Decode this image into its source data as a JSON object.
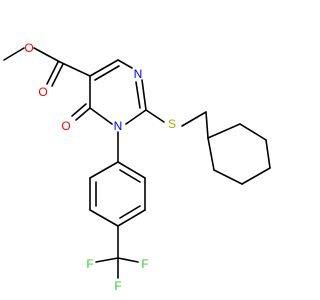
{
  "molecule": {
    "atoms": [
      {
        "id": "O1",
        "label": "O",
        "color": "#ff0000"
      },
      {
        "id": "O2",
        "label": "O",
        "color": "#ff0000"
      },
      {
        "id": "O6",
        "label": "O",
        "color": "#ff0000"
      },
      {
        "id": "N3",
        "label": "N",
        "color": "#0000ff"
      },
      {
        "id": "N1",
        "label": "N",
        "color": "#0000ff"
      },
      {
        "id": "S",
        "label": "S",
        "color": "#b8a200"
      },
      {
        "id": "F1",
        "label": "F",
        "color": "#33cc33"
      },
      {
        "id": "F2",
        "label": "F",
        "color": "#33cc33"
      },
      {
        "id": "F3",
        "label": "F",
        "color": "#33cc33"
      }
    ],
    "colors": {
      "bond": "#000000",
      "oxygen": "#ff0000",
      "nitrogen": "#0000ff",
      "sulfur": "#b8a200",
      "fluorine": "#33cc33"
    }
  }
}
